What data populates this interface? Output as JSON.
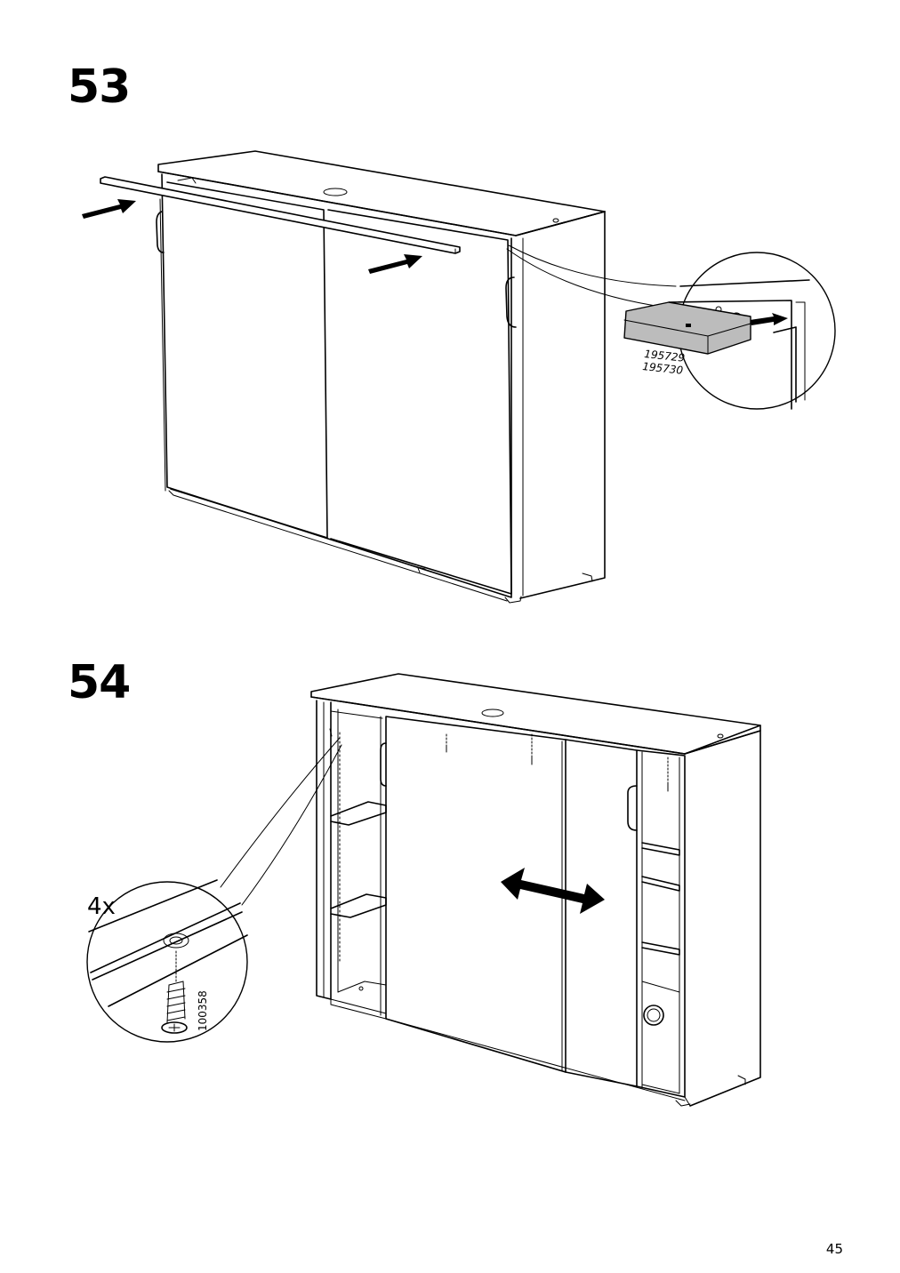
{
  "steps": [
    {
      "number": "53",
      "part_numbers": [
        "195729",
        "195730"
      ]
    },
    {
      "number": "54",
      "quantity": "4x",
      "screw_part": "100358"
    }
  ],
  "page_number": "45"
}
